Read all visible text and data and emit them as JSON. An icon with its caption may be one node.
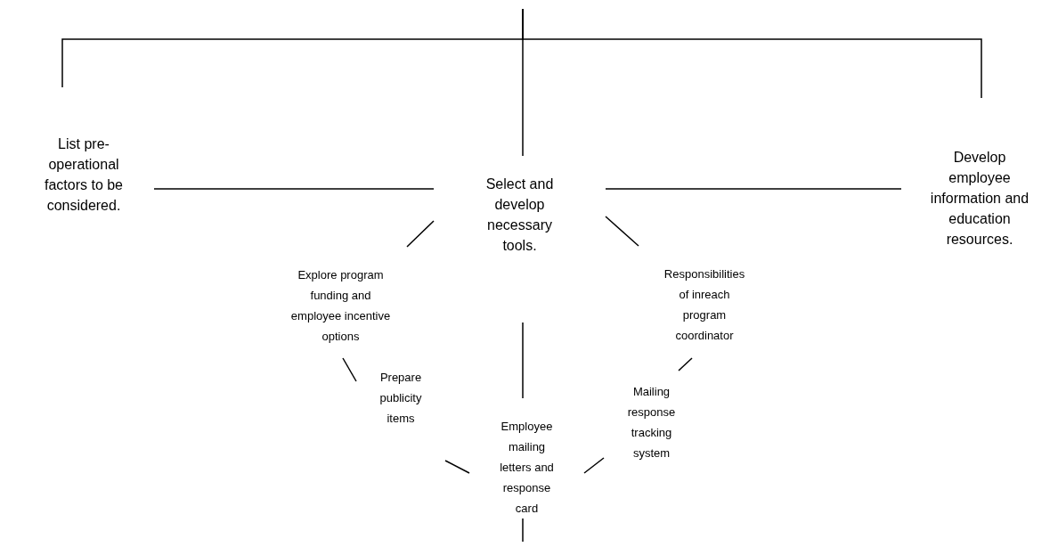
{
  "diagram": {
    "nodes": [
      {
        "text": [
          "List pre-operational factors to be considered."
        ]
      },
      {
        "text": [
          "Select and develop necessary tools."
        ]
      },
      {
        "text": [
          "Develop employee information and education resources."
        ]
      },
      {
        "text": [
          "Explore program funding and employee incentive options"
        ]
      },
      {
        "text": [
          "Responsibilities of inreach program coordinator"
        ]
      },
      {
        "text": [
          "Prepare publicity items"
        ]
      },
      {
        "text": [
          "Employee mailing letters and response card"
        ]
      },
      {
        "text": [
          "Mailing response tracking system"
        ]
      }
    ],
    "edges": [
      {
        "from": null,
        "to": 0,
        "arrow": "none"
      },
      {
        "from": null,
        "to": 1,
        "arrow": "none"
      },
      {
        "from": null,
        "to": 2,
        "arrow": "none"
      },
      {
        "from": 0,
        "to": 1,
        "arrow": "none"
      },
      {
        "from": 1,
        "to": 2,
        "arrow": "none"
      },
      {
        "from": 1,
        "to": 3,
        "arrow": "none"
      },
      {
        "from": 1,
        "to": 4,
        "arrow": "none"
      },
      {
        "from": 3,
        "to": 5,
        "arrow": "none"
      },
      {
        "from": 1,
        "to": 6,
        "arrow": "none"
      },
      {
        "from": 4,
        "to": 7,
        "arrow": "none"
      },
      {
        "from": 5,
        "to": 6,
        "arrow": "none"
      },
      {
        "from": 7,
        "to": 6,
        "arrow": "none"
      },
      {
        "from": 6,
        "to": null,
        "arrow": "none"
      }
    ]
  }
}
